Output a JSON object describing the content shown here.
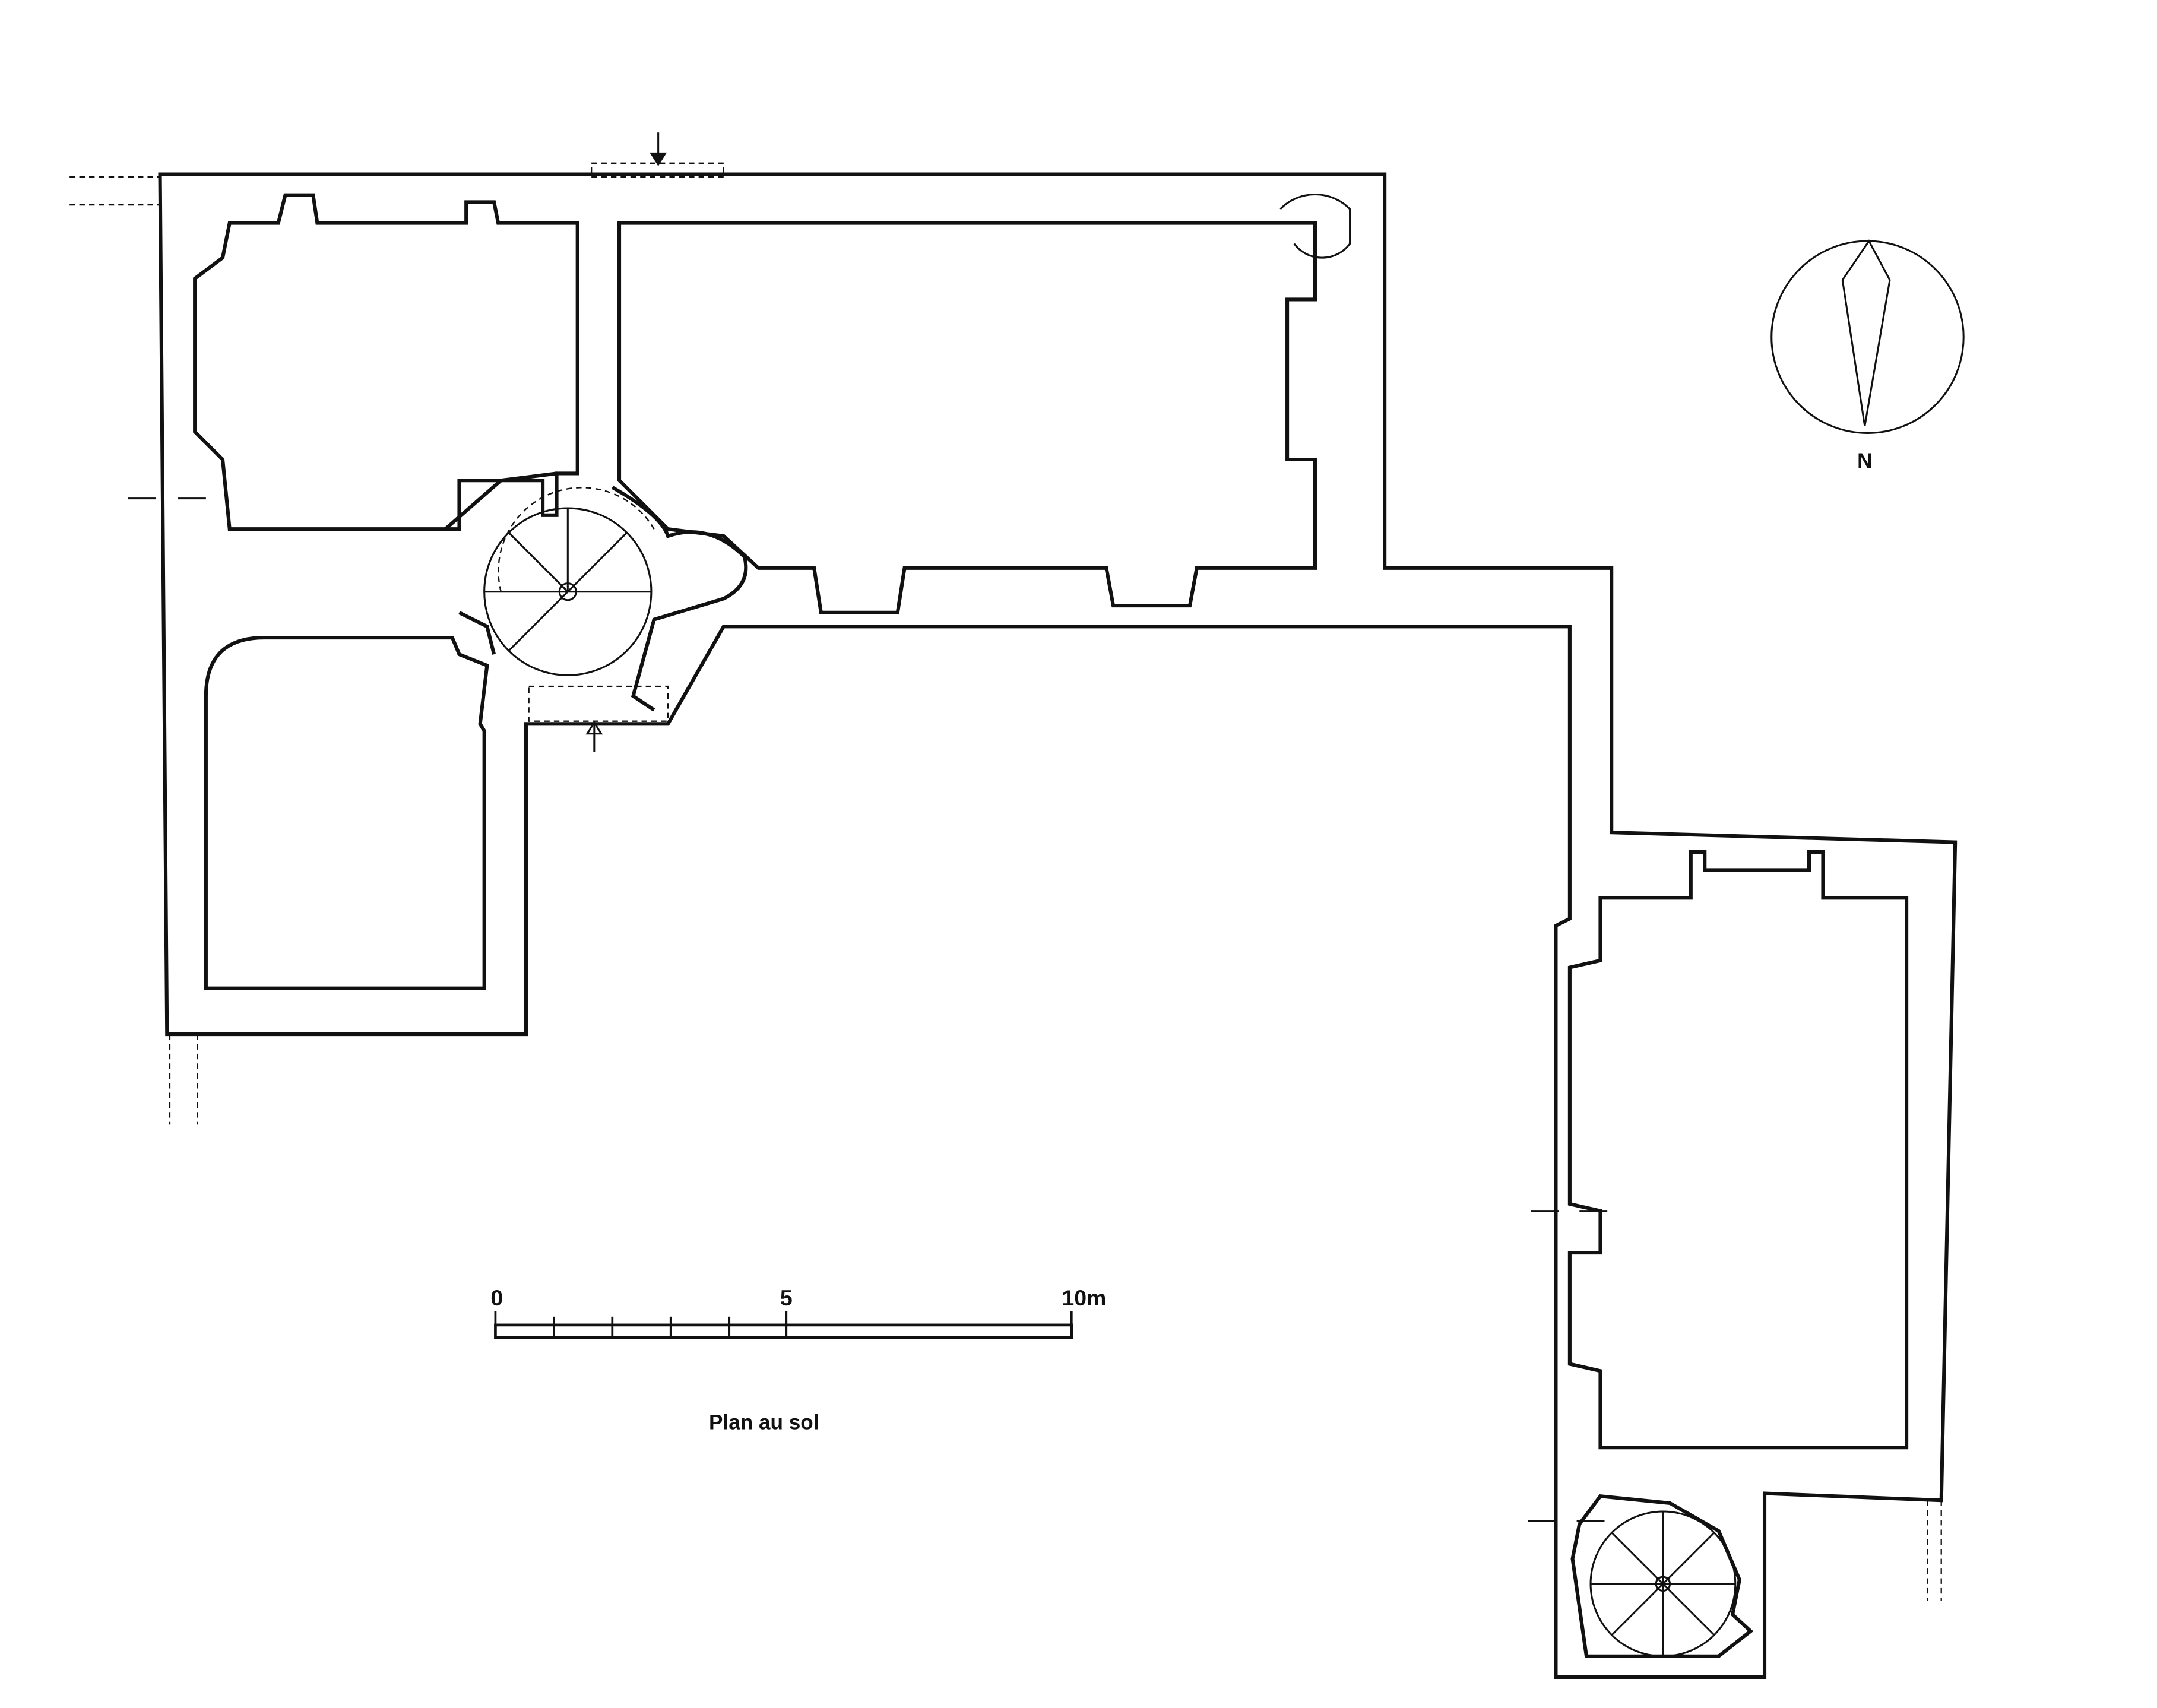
{
  "title": "Plan au sol",
  "scale_bar": {
    "labels": [
      "0",
      "5",
      "10m"
    ],
    "unit": "m",
    "length": 10,
    "subdivisions": 5
  },
  "north_arrow": {
    "label": "N"
  },
  "colors": {
    "ink": "#111111",
    "paper": "#ffffff"
  }
}
